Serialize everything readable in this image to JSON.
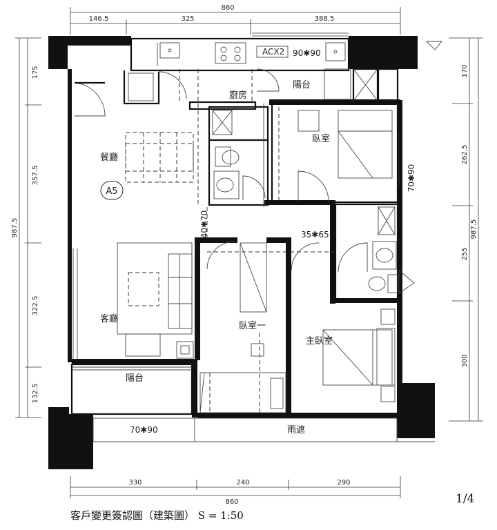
{
  "dimensions": {
    "top_total": "860",
    "top_segments": [
      "146.5",
      "325",
      "388.5"
    ],
    "bottom_segments": [
      "330",
      "240",
      "290"
    ],
    "bottom_total": "860",
    "left_segments": [
      "175",
      "357.5",
      "322.5",
      "132.5"
    ],
    "left_total": "987.5",
    "right_segments": [
      "170",
      "262.5",
      "255",
      "300"
    ],
    "right_total": "987.5"
  },
  "rooms": {
    "kitchen": "廚房",
    "balcony_top": "陽台",
    "bedroom_top": "臥室",
    "dining": "餐廳",
    "living": "客廳",
    "bedroom_one": "臥室一",
    "master_bedroom": "主臥室",
    "balcony_bottom": "陽台",
    "canopy": "雨遮"
  },
  "labels": {
    "acx": "ACX2",
    "window_top": "90✱90",
    "window_right": "70✱90",
    "window_bottom": "70✱90",
    "door_mid": "35✱65",
    "door_vert": "40✱70",
    "unit_tag": "A5"
  },
  "caption": "客戶變更簽認圖（建築圖） S = 1:50",
  "page_number": "1/4"
}
